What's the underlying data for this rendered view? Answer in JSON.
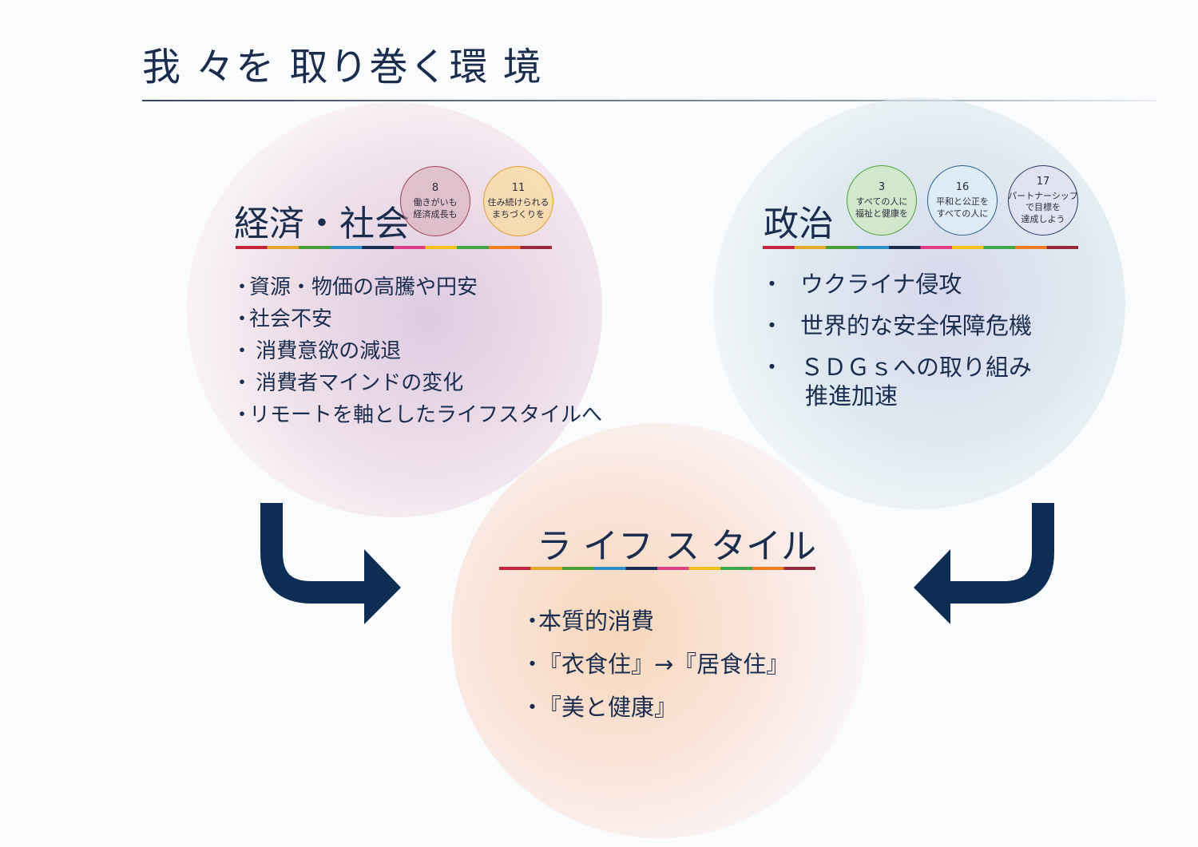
{
  "title": "我 々を 取り巻く環 境",
  "economy": {
    "heading": "経済・社会",
    "badges": [
      {
        "number": "8",
        "text": "働きがいも\n経済成長も"
      },
      {
        "number": "11",
        "text": "住み続けられる\nまちづくりを"
      }
    ],
    "items": [
      "資源・物価の高騰や円安",
      "社会不安",
      " 消費意欲の減退",
      " 消費者マインドの変化",
      "リモートを軸としたライフスタイルへ"
    ]
  },
  "politics": {
    "heading": "政治",
    "badges": [
      {
        "number": "3",
        "text": "すべての人に\n福祉と健康を"
      },
      {
        "number": "16",
        "text": "平和と公正を\nすべての人に"
      },
      {
        "number": "17",
        "text": "パートナーシップ\nで目標を\n達成しよう"
      }
    ],
    "items": [
      "ウクライナ侵攻",
      "世界的な安全保障危機",
      "ＳＤＧｓへの取り組み\n推進加速"
    ]
  },
  "lifestyle": {
    "heading": "ラ イフ ス タイル",
    "items": [
      "本質的消費",
      "『衣食住』→『居食住』",
      "『美と健康』"
    ]
  },
  "bullet": "・",
  "colors": {
    "navy": "#1a2d4e",
    "arrow": "#0d2d55"
  }
}
